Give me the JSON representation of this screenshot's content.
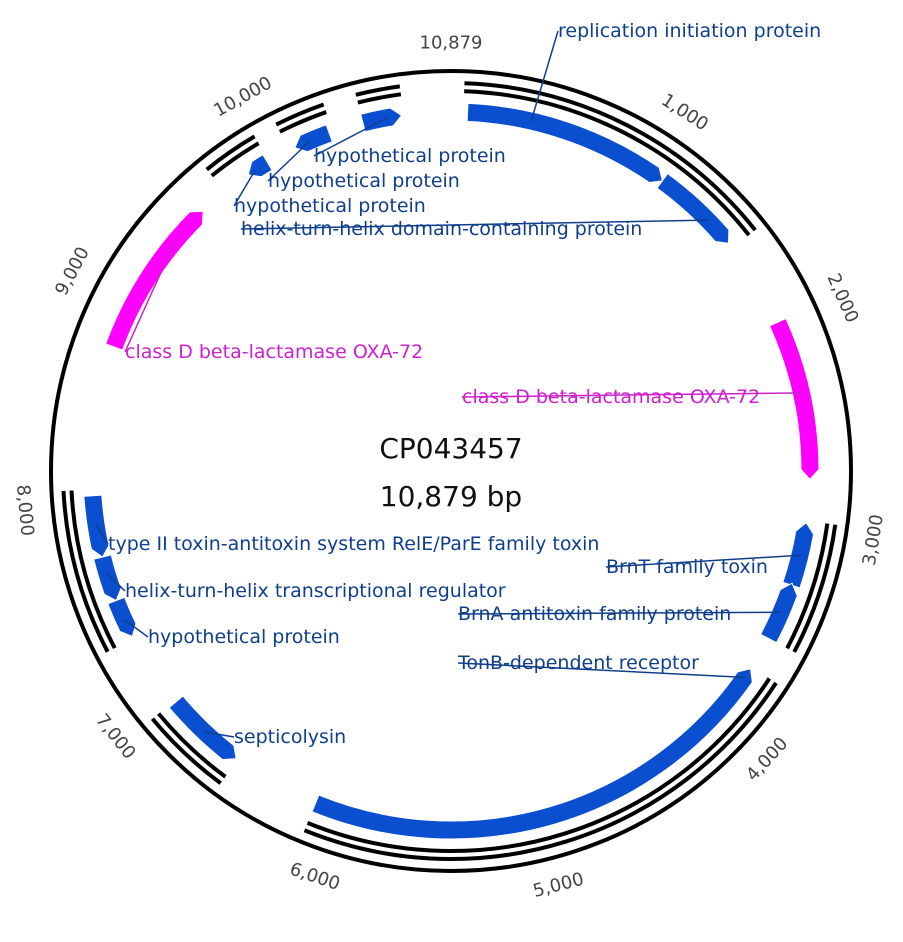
{
  "title": "CP043457",
  "length_label": "10,879 bp",
  "total_bp": 10879,
  "colors": {
    "backbone": "#000000",
    "gene_default": "#0a4fcf",
    "gene_resistance": "#ff00ff",
    "label_default": "#0f3f8c",
    "label_resistance": "#cc22cc",
    "tick_label": "#444444"
  },
  "tick_labels": [
    {
      "bp": 10879,
      "text": "10,879"
    },
    {
      "bp": 1000,
      "text": "1,000"
    },
    {
      "bp": 2000,
      "text": "2,000"
    },
    {
      "bp": 3000,
      "text": "3,000"
    },
    {
      "bp": 4000,
      "text": "4,000"
    },
    {
      "bp": 5000,
      "text": "5,000"
    },
    {
      "bp": 6000,
      "text": "6,000"
    },
    {
      "bp": 7000,
      "text": "7,000"
    },
    {
      "bp": 8000,
      "text": "8,000"
    },
    {
      "bp": 9000,
      "text": "9,000"
    },
    {
      "bp": 10000,
      "text": "10,000"
    }
  ],
  "features": [
    {
      "name": "replication initiation protein",
      "start": 80,
      "end": 1090,
      "strand": 1,
      "type": "default"
    },
    {
      "name": "helix-turn-helix domain-containing protein",
      "start": 1090,
      "end": 1530,
      "strand": 1,
      "type": "default"
    },
    {
      "name": "class D beta-lactamase OXA-72",
      "start": 1980,
      "end": 2760,
      "strand": 1,
      "type": "resistance"
    },
    {
      "name": "BrnT family toxin",
      "start": 2970,
      "end": 3280,
      "strand": -1,
      "type": "default"
    },
    {
      "name": "BrnA antitoxin family protein",
      "start": 3270,
      "end": 3560,
      "strand": -1,
      "type": "default"
    },
    {
      "name": "TonB-dependent receptor",
      "start": 3730,
      "end": 6110,
      "strand": -1,
      "type": "default"
    },
    {
      "name": "septicolysin",
      "start": 6550,
      "end": 6950,
      "strand": -1,
      "type": "default"
    },
    {
      "name": "hypothetical protein",
      "start": 7330,
      "end": 7520,
      "strand": -1,
      "type": "default"
    },
    {
      "name": "helix-turn-helix transcriptional regulator",
      "start": 7520,
      "end": 7740,
      "strand": -1,
      "type": "default"
    },
    {
      "name": "type II toxin-antitoxin system RelE/ParE family toxin",
      "start": 7740,
      "end": 8040,
      "strand": -1,
      "type": "default"
    },
    {
      "name": "class D beta-lactamase OXA-72",
      "start": 8770,
      "end": 9560,
      "strand": 1,
      "type": "resistance"
    },
    {
      "name": "hypothetical protein",
      "start": 9840,
      "end": 9950,
      "strand": -1,
      "type": "default"
    },
    {
      "name": "hypothetical protein",
      "start": 10100,
      "end": 10280,
      "strand": -1,
      "type": "default"
    },
    {
      "name": "hypothetical protein",
      "start": 10450,
      "end": 10640,
      "strand": 1,
      "type": "default"
    }
  ],
  "strand_bars": [
    [
      10450,
      10650
    ],
    [
      10070,
      10300
    ],
    [
      9700,
      9960
    ],
    [
      60,
      1560
    ],
    [
      2960,
      3560
    ],
    [
      3720,
      6110
    ],
    [
      6540,
      6960
    ],
    [
      7320,
      8070
    ]
  ],
  "labels": [
    {
      "text": "replication initiation protein",
      "bp": 390,
      "type": "default"
    },
    {
      "text": "hypothetical protein",
      "bp": 10570,
      "type": "default"
    },
    {
      "text": "hypothetical protein",
      "bp": 10180,
      "type": "default"
    },
    {
      "text": "hypothetical protein",
      "bp": 9880,
      "type": "default"
    },
    {
      "text": "helix-turn-helix domain-containing protein",
      "bp": 1380,
      "type": "default"
    },
    {
      "text": "class D beta-lactamase OXA-72",
      "bp": 9360,
      "type": "resistance"
    },
    {
      "text": "class D beta-lactamase OXA-72",
      "bp": 2340,
      "type": "resistance"
    },
    {
      "text": "type II toxin-antitoxin system RelE/ParE family toxin",
      "bp": 7900,
      "type": "default"
    },
    {
      "text": "helix-turn-helix transcriptional regulator",
      "bp": 7660,
      "type": "default"
    },
    {
      "text": "hypothetical protein",
      "bp": 7420,
      "type": "default"
    },
    {
      "text": "BrnT family toxin",
      "bp": 3130,
      "type": "default"
    },
    {
      "text": "BrnA antitoxin family protein",
      "bp": 3420,
      "type": "default"
    },
    {
      "text": "TonB-dependent receptor",
      "bp": 3780,
      "type": "default"
    },
    {
      "text": "septicolysin",
      "bp": 6750,
      "type": "default"
    }
  ]
}
